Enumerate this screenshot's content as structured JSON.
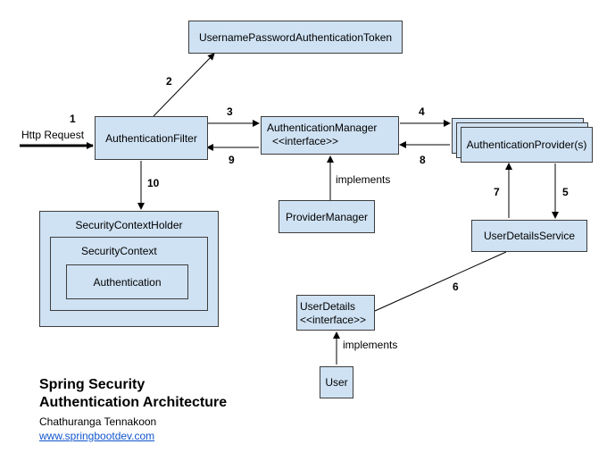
{
  "boxes": {
    "token": "UsernamePasswordAuthenticationToken",
    "filter": "AuthenticationFilter",
    "manager_line1": "AuthenticationManager",
    "manager_line2": "<<interface>>",
    "provider": "AuthenticationProvider(s)",
    "provider_manager": "ProviderManager",
    "user_details_service": "UserDetailsService",
    "context_holder": "SecurityContextHolder",
    "context": "SecurityContext",
    "authentication": "Authentication",
    "user_details_line1": "UserDetails",
    "user_details_line2": "<<interface>>",
    "user": "User"
  },
  "labels": {
    "http_request": "Http Request",
    "implements_1": "implements",
    "implements_2": "implements"
  },
  "steps": [
    "1",
    "2",
    "3",
    "4",
    "5",
    "6",
    "7",
    "8",
    "9",
    "10"
  ],
  "title_line1": "Spring Security",
  "title_line2": "Authentication Architecture",
  "author": "Chathuranga Tennakoon",
  "website": "www.springbootdev.com",
  "colors": {
    "box_fill": "#cfe2f3",
    "border": "#3d3d3d",
    "link": "#1155cc"
  }
}
